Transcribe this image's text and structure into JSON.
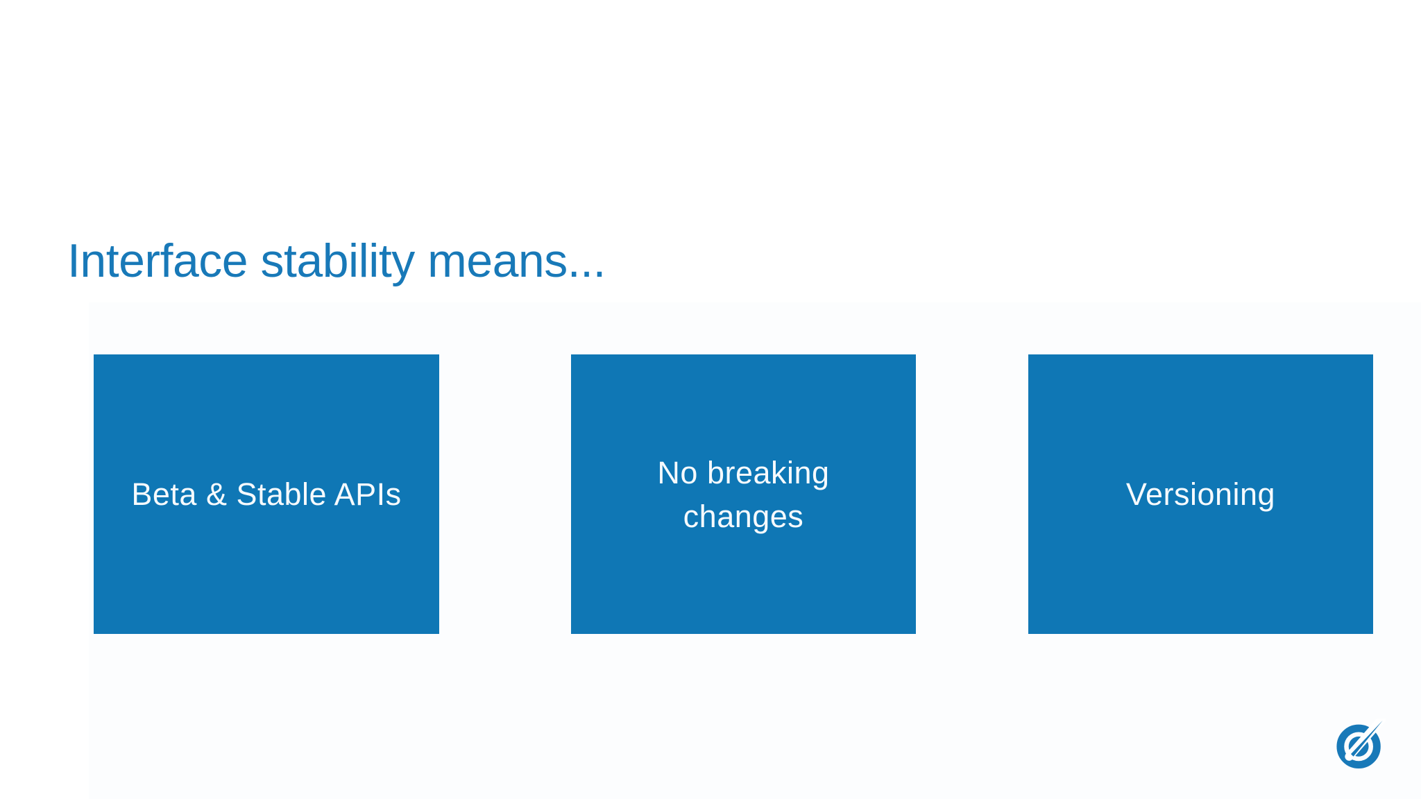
{
  "slide": {
    "title": "Interface stability means...",
    "cards": [
      {
        "label": "Beta & Stable APIs"
      },
      {
        "label": "No breaking\nchanges"
      },
      {
        "label": "Versioning"
      }
    ],
    "logo": {
      "icon": "rocket-circle-logo"
    },
    "colors": {
      "card_fill": "#0f77b5",
      "card_text": "#f6fafd",
      "title_text": "#1879b8",
      "logo_blue": "#1879b8",
      "background": "#ffffff"
    }
  }
}
